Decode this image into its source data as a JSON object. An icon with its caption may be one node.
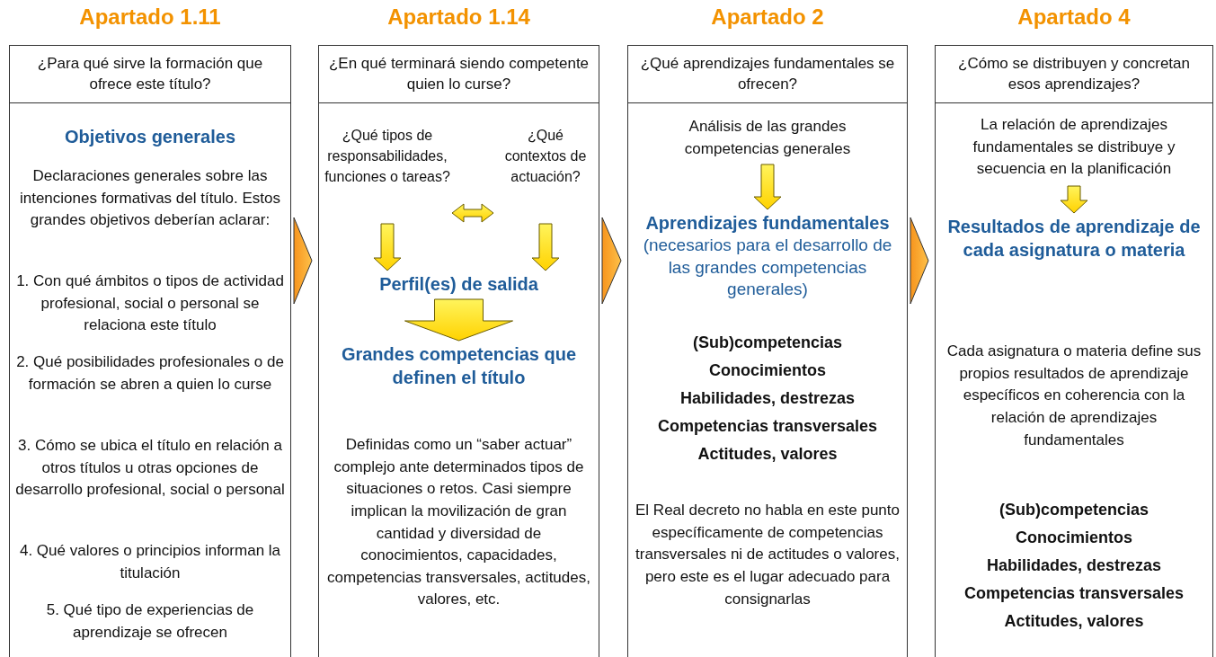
{
  "diagram": {
    "nodes": [
      {
        "text": [
          "Apartado 1.11",
          "Objetivos generales",
          "Declaraciones generales sobre las intenciones formativas del título. Estos grandes objetivos deberían aclarar:",
          "1. Con qué ámbitos o tipos de actividad profesional, social o personal se relaciona este título",
          "2. Qué posibilidades profesionales o de formación se abren a quien lo curse",
          "3. Cómo se ubica el título en relación a otros títulos u otras opciones de desarrollo profesional, social o personal",
          "4. Qué valores o principios informan la titulación",
          "5. Qué tipo de experiencias de aprendizaje se ofrecen"
        ]
      },
      {
        "text": [
          "¿Para qué sirve la formación que ofrece este título?"
        ],
        "in": 0
      },
      {
        "text": [
          "Apartado 1.14",
          "Definidas como un “saber actuar” complejo ante determinados tipos de situaciones o retos. Casi siempre implican la movilización de gran cantidad y diversidad de conocimientos, capacidades, competencias transversales, actitudes, valores, etc."
        ]
      },
      {
        "text": [
          "¿En qué terminará siendo competente quien lo curse?"
        ],
        "in": 2
      },
      {
        "text": [
          "¿Qué tipos de responsabilidades, funciones o tareas?"
        ],
        "in": 2
      },
      {
        "text": [
          "¿Qué contextos de actuación?"
        ],
        "in": 2
      },
      {
        "text": [
          "Perfil(es) de salida"
        ],
        "in": 2
      },
      {
        "text": [
          "Grandes competencias que definen el título"
        ],
        "in": 2
      },
      {
        "text": [
          "Apartado 2",
          "(Sub)competencias",
          "Conocimientos",
          "Habilidades, destrezas",
          "Competencias transversales",
          "Actitudes, valores",
          "El Real decreto no habla en este punto específicamente de competencias transversales ni de actitudes o valores, pero este es el lugar adecuado para consignarlas"
        ]
      },
      {
        "text": [
          "¿Qué aprendizajes fundamentales se ofrecen?"
        ],
        "in": 8
      },
      {
        "text": [
          "Análisis de las grandes competencias generales"
        ],
        "in": 8
      },
      {
        "text": [
          "Aprendizajes fundamentales",
          "(necesarios para el desarrollo de las grandes competencias generales)"
        ],
        "in": 8
      },
      {
        "text": [
          "Apartado 4",
          "Cada asignatura o materia define sus propios resultados de aprendizaje específicos en coherencia con la relación de aprendizajes fundamentales",
          "(Sub)competencias",
          "Conocimientos",
          "Habilidades, destrezas",
          "Competencias transversales",
          "Actitudes, valores"
        ]
      },
      {
        "text": [
          "¿Cómo se distribuyen y concretan esos aprendizajes?"
        ],
        "in": 12
      },
      {
        "text": [
          "La relación de aprendizajes fundamentales se distribuye y secuencia en la planificación"
        ],
        "in": 12
      },
      {
        "text": [
          "Resultados de aprendizaje de cada asignatura o materia"
        ],
        "in": 12
      }
    ],
    "edges": [
      {
        "from": 0,
        "to": 2,
        "arrow": "to"
      },
      {
        "from": 2,
        "to": 8,
        "arrow": "to"
      },
      {
        "from": 8,
        "to": 12,
        "arrow": "to"
      },
      {
        "from": 4,
        "to": 5,
        "arrow": "both"
      },
      {
        "from": 4,
        "to": 6,
        "arrow": "to"
      },
      {
        "from": 5,
        "to": 6,
        "arrow": "to"
      },
      {
        "from": 6,
        "to": 7,
        "arrow": "to"
      },
      {
        "from": 10,
        "to": 11,
        "arrow": "to"
      },
      {
        "from": 14,
        "to": 15,
        "arrow": "to"
      }
    ]
  }
}
